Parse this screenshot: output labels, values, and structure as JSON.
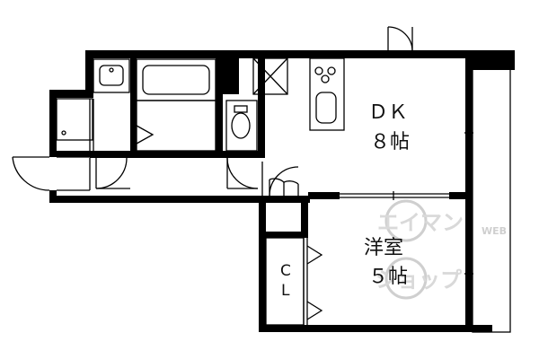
{
  "rooms": {
    "dk": {
      "name": "ＤＫ",
      "size": "８帖"
    },
    "western": {
      "name": "洋室",
      "size": "５帖"
    },
    "closet": {
      "line1": "C",
      "line2": "L"
    }
  },
  "watermark": {
    "line1": "エイマン",
    "line2": "ショップ",
    "tag": "WEB"
  }
}
